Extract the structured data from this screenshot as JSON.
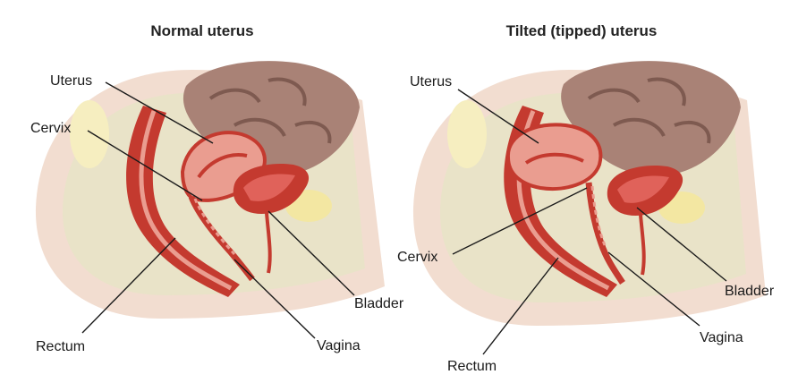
{
  "panels": [
    {
      "title": "Normal uterus",
      "labels": {
        "uterus": "Uterus",
        "cervix": "Cervix",
        "bladder": "Bladder",
        "rectum": "Rectum",
        "vagina": "Vagina"
      }
    },
    {
      "title": "Tilted (tipped) uterus",
      "labels": {
        "uterus": "Uterus",
        "cervix": "Cervix",
        "bladder": "Bladder",
        "rectum": "Rectum",
        "vagina": "Vagina"
      }
    }
  ],
  "colors": {
    "tissue": "#e2b4a2",
    "pelvis_wall": "#f2ddd0",
    "cavity": "#e9e3c8",
    "intestine": "#a98276",
    "organ_red": "#c43a2f",
    "organ_pink": "#ea9d90",
    "fat_yellow": "#f3e7a2"
  }
}
